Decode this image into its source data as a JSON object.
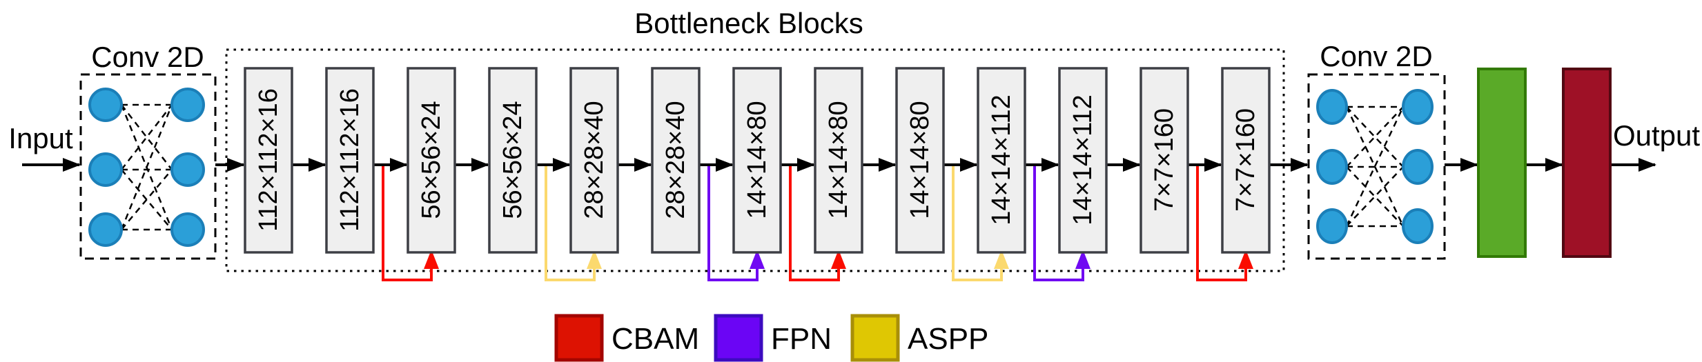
{
  "diagram_title": "Bottleneck Blocks",
  "io": {
    "input_label": "Input",
    "output_label": "Output"
  },
  "conv": {
    "left_label": "Conv 2D",
    "right_label": "Conv 2D"
  },
  "blocks": [
    {
      "label": "112×112×16",
      "skip": null
    },
    {
      "label": "112×112×16",
      "skip": null
    },
    {
      "label": "56×56×24",
      "skip": "CBAM"
    },
    {
      "label": "56×56×24",
      "skip": null
    },
    {
      "label": "28×28×40",
      "skip": "ASPP"
    },
    {
      "label": "28×28×40",
      "skip": null
    },
    {
      "label": "14×14×80",
      "skip": "FPN"
    },
    {
      "label": "14×14×80",
      "skip": "CBAM"
    },
    {
      "label": "14×14×80",
      "skip": null
    },
    {
      "label": "14×14×112",
      "skip": "ASPP"
    },
    {
      "label": "14×14×112",
      "skip": "FPN"
    },
    {
      "label": "7×7×160",
      "skip": null
    },
    {
      "label": "7×7×160",
      "skip": "CBAM"
    }
  ],
  "skip_connections": [
    {
      "type": "CBAM",
      "target_block": 3
    },
    {
      "type": "ASPP",
      "target_block": 5
    },
    {
      "type": "FPN",
      "target_block": 7
    },
    {
      "type": "CBAM",
      "target_block": 8
    },
    {
      "type": "ASPP",
      "target_block": 10
    },
    {
      "type": "FPN",
      "target_block": 11
    },
    {
      "type": "CBAM",
      "target_block": 13
    }
  ],
  "legend": [
    {
      "id": "cbam",
      "label": "CBAM",
      "color": "#DD1202",
      "border": "#A30500"
    },
    {
      "id": "fpn",
      "label": "FPN",
      "color": "#6B05F5",
      "border": "#3C0BBF"
    },
    {
      "id": "aspp",
      "label": "ASPP",
      "color": "#DFC703",
      "border": "#A88F08"
    }
  ],
  "colors": {
    "cbam_arrow": "#FA0D00",
    "fpn_arrow": "#7009F2",
    "aspp_arrow": "#FBD96E",
    "neuron_fill": "#2B9FD8",
    "neuron_stroke": "#1B7FB8",
    "block_fill": "#EFEFEF",
    "block_stroke": "#3D3F45",
    "green_bar_fill": "#5AAA28",
    "green_bar_stroke": "#327A06",
    "dark_red_bar_fill": "#9E1126",
    "dark_red_bar_stroke": "#520812",
    "line_black": "#000000"
  }
}
